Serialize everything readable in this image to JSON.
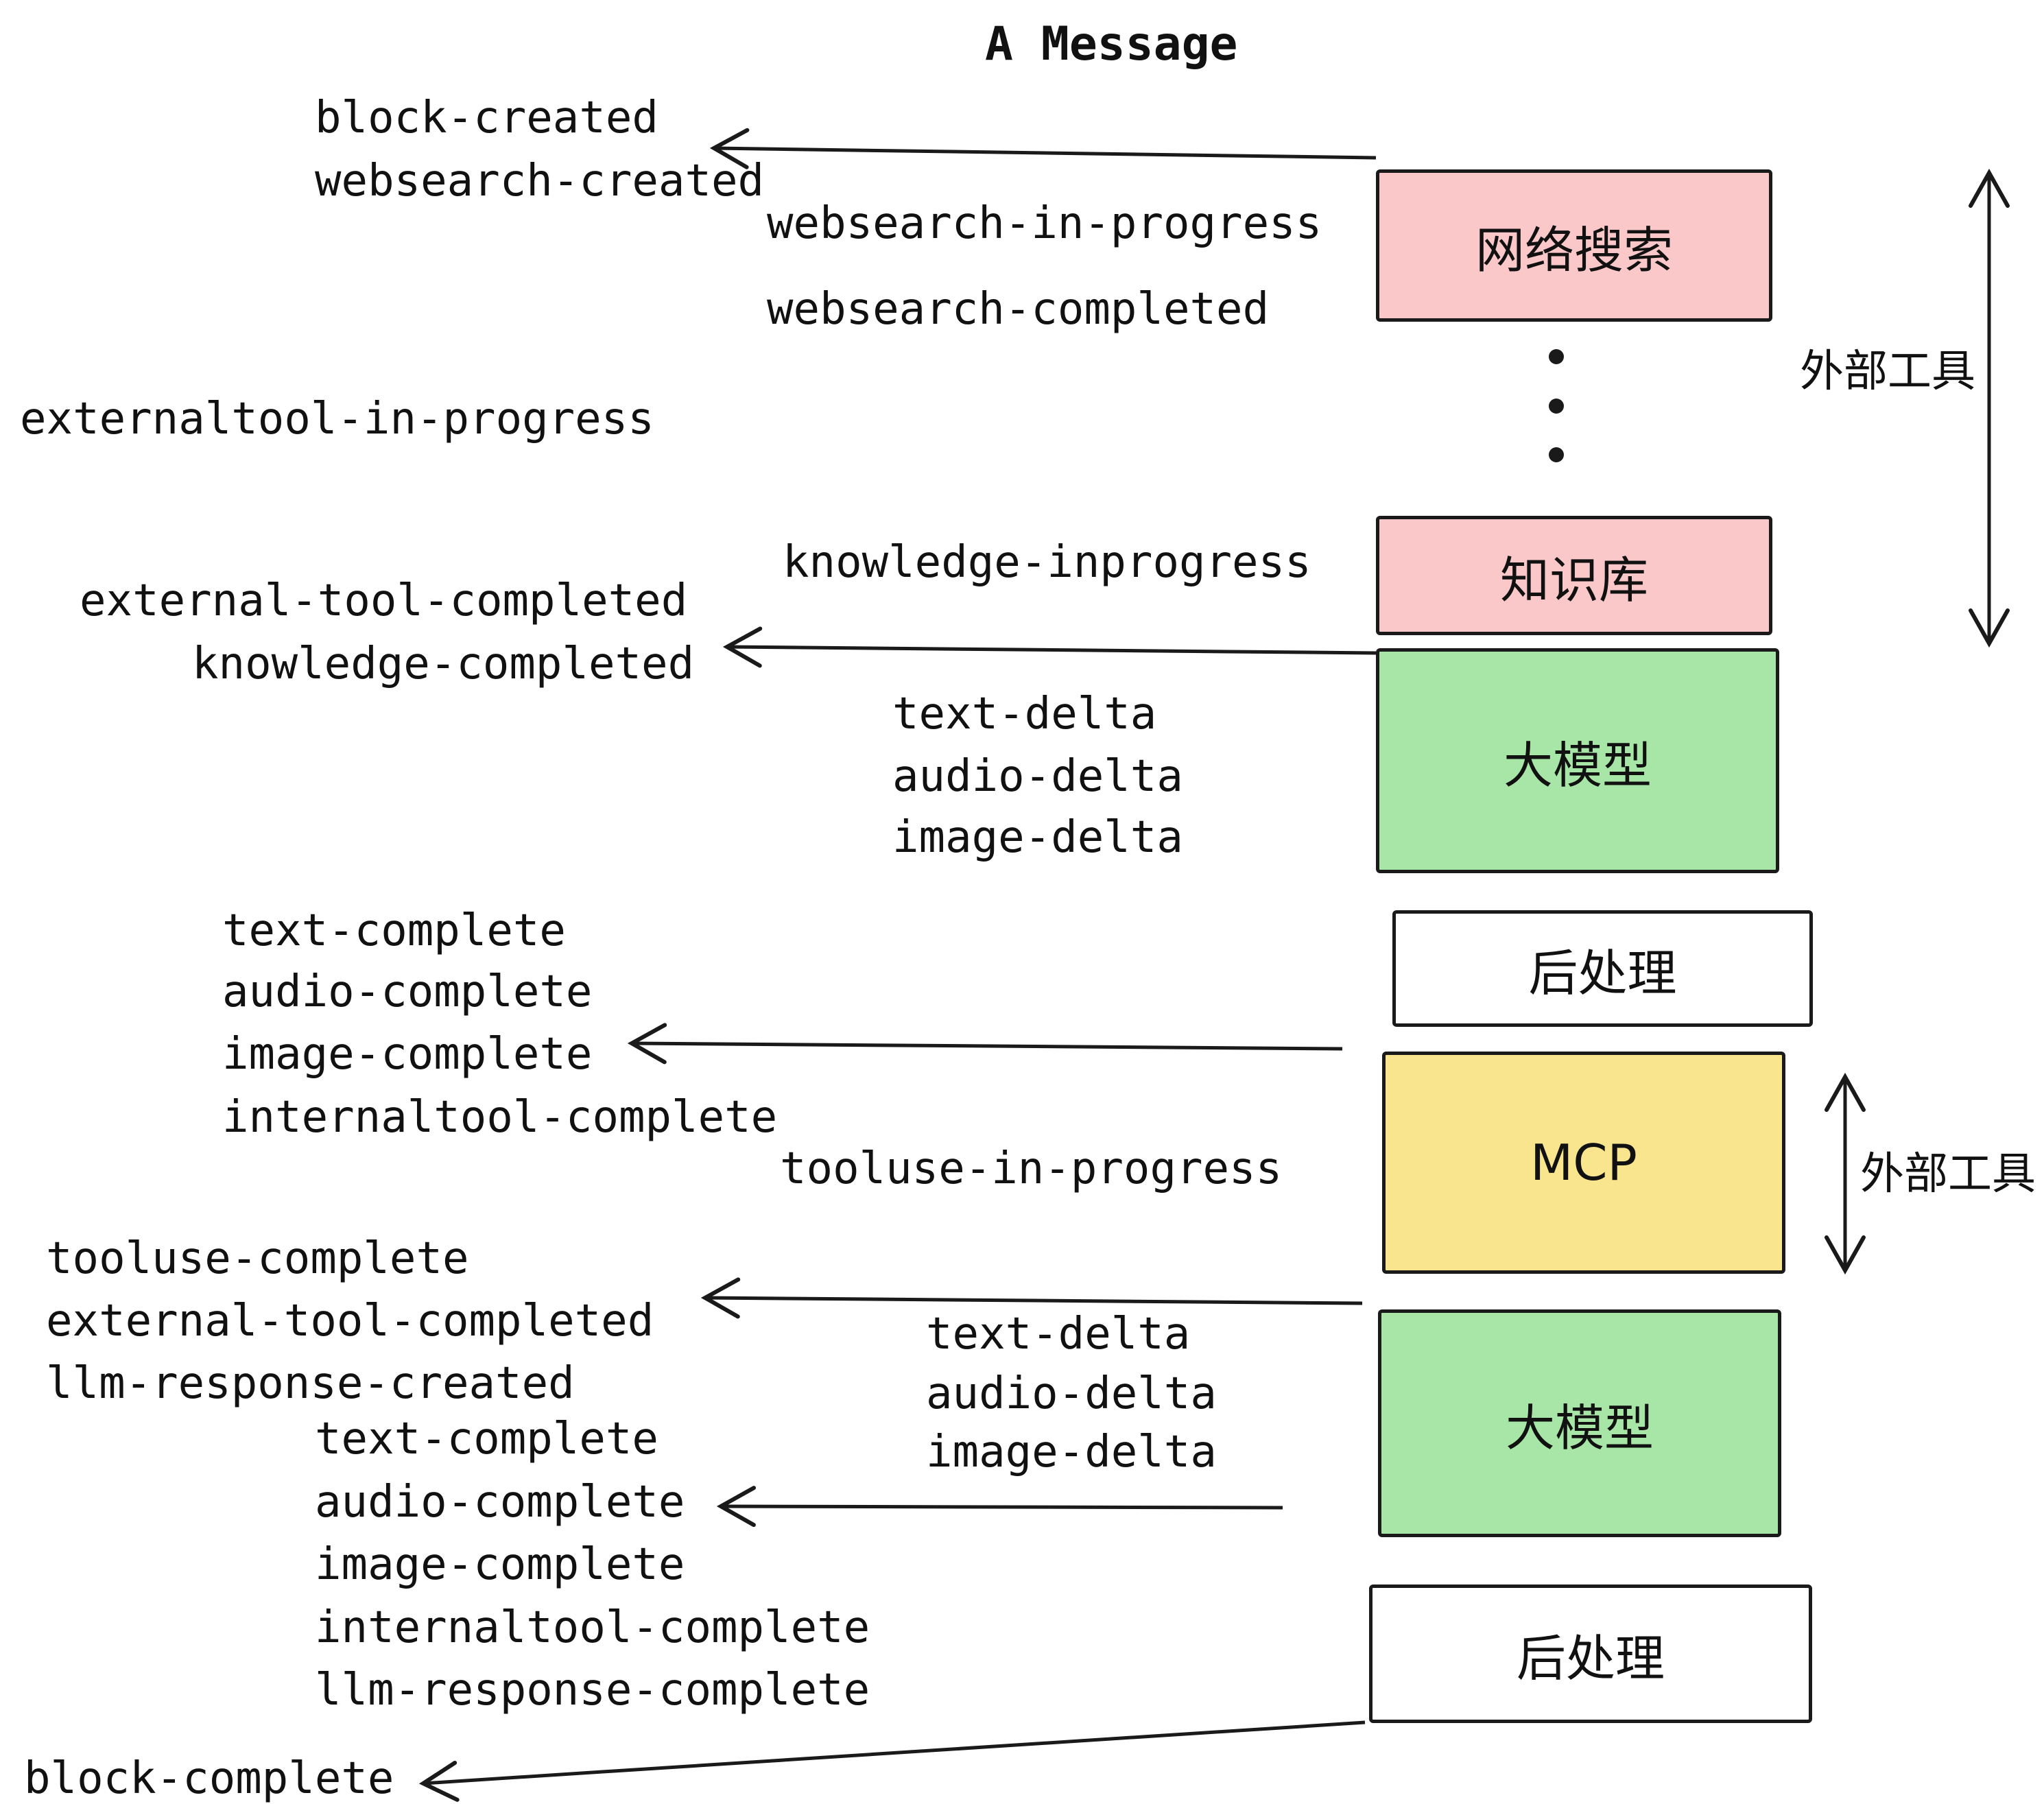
{
  "title": "A Message",
  "colors": {
    "pink": "#fac8c8",
    "green": "#a8e6a8",
    "yellow": "#f8e58e",
    "white": "#ffffff",
    "border": "#1a1a1a",
    "text": "#111111"
  },
  "boxes": [
    {
      "id": "websearch",
      "label": "网络搜索",
      "color": "#fac8c8"
    },
    {
      "id": "knowledge",
      "label": "知识库",
      "color": "#fac8c8"
    },
    {
      "id": "llm-1",
      "label": "大模型",
      "color": "#a8e6a8"
    },
    {
      "id": "postprocess-1",
      "label": "后处理",
      "color": "#ffffff"
    },
    {
      "id": "mcp",
      "label": "MCP",
      "color": "#f8e58e"
    },
    {
      "id": "llm-2",
      "label": "大模型",
      "color": "#a8e6a8"
    },
    {
      "id": "postprocess-2",
      "label": "后处理",
      "color": "#ffffff"
    }
  ],
  "events": {
    "block_created": "block-created",
    "websearch_created": "websearch-created",
    "websearch_in_progress": "websearch-in-progress",
    "websearch_completed": "websearch-completed",
    "externaltool_in_progress": "externaltool-in-progress",
    "knowledge_inprogress": "knowledge-inprogress",
    "external_tool_completed_1": "external-tool-completed",
    "knowledge_completed": "knowledge-completed",
    "text_delta_1": "text-delta",
    "audio_delta_1": "audio-delta",
    "image_delta_1": "image-delta",
    "text_complete_1": "text-complete",
    "audio_complete_1": "audio-complete",
    "image_complete_1": "image-complete",
    "internaltool_complete_1": "internaltool-complete",
    "tooluse_in_progress": "tooluse-in-progress",
    "tooluse_complete": "tooluse-complete",
    "external_tool_completed_2": "external-tool-completed",
    "llm_response_created": "llm-response-created",
    "text_delta_2": "text-delta",
    "audio_delta_2": "audio-delta",
    "image_delta_2": "image-delta",
    "text_complete_2": "text-complete",
    "audio_complete_2": "audio-complete",
    "image_complete_2": "image-complete",
    "internaltool_complete_2": "internaltool-complete",
    "llm_response_complete": "llm-response-complete",
    "block_complete": "block-complete"
  },
  "annotations": {
    "external_tool_label_1": "外部工具",
    "external_tool_label_2": "外部工具"
  }
}
